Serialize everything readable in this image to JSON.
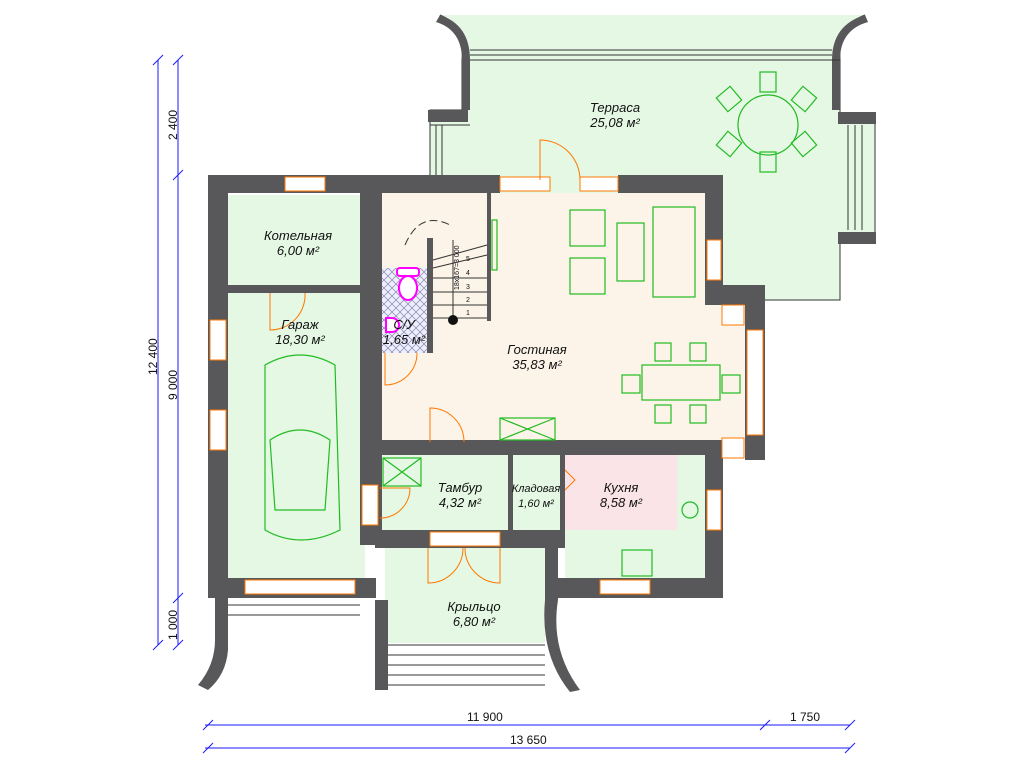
{
  "rooms": [
    {
      "name": "Терраса",
      "area": "25,08 м²"
    },
    {
      "name": "Котельная",
      "area": "6,00 м²"
    },
    {
      "name": "Гараж",
      "area": "18,30 м²"
    },
    {
      "name": "С/У",
      "area": "1,65 м²"
    },
    {
      "name": "Гостиная",
      "area": "35,83 м²"
    },
    {
      "name": "Тамбур",
      "area": "4,32 м²"
    },
    {
      "name": "Кладовая",
      "area": "1,60 м²"
    },
    {
      "name": "Кухня",
      "area": "8,58 м²"
    },
    {
      "name": "Крыльцо",
      "area": "6,80 м²"
    }
  ],
  "stair": {
    "label": "18x167=3 000",
    "steps": [
      "1",
      "2",
      "3",
      "4",
      "5"
    ]
  },
  "dimensions": {
    "v_outer": "12 400",
    "v_top": "2 400",
    "v_mid": "9 000",
    "v_bottom": "1 000",
    "h_main": "11 900",
    "h_right": "1 750",
    "h_total": "13 650"
  },
  "colors": {
    "wall": "#58585a",
    "green": "#e4f8e4",
    "beige": "#fcf4e8",
    "pink": "#fbe4e8",
    "dim": "#1a1aff",
    "furniture": "#22bb22",
    "door": "#ff7700"
  }
}
